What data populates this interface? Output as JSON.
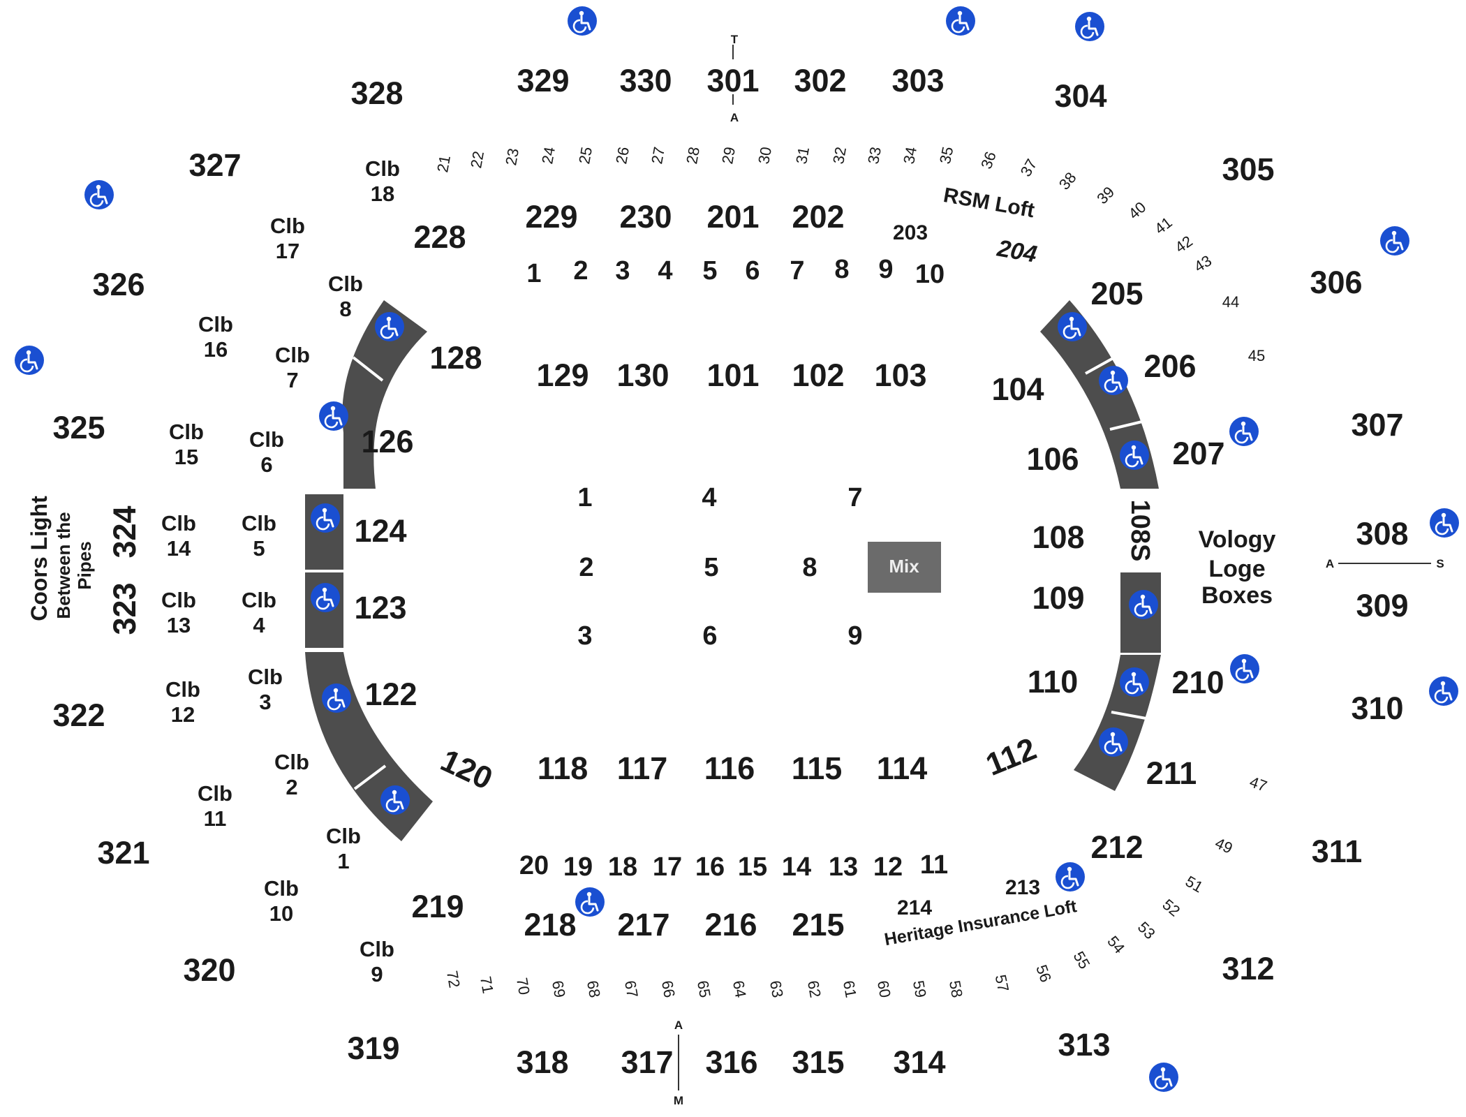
{
  "upper_sections": [
    "301",
    "302",
    "303",
    "304",
    "305",
    "306",
    "307",
    "308",
    "309",
    "310",
    "311",
    "312",
    "313",
    "314",
    "315",
    "316",
    "317",
    "318",
    "319",
    "320",
    "321",
    "322",
    "323",
    "324",
    "325",
    "326",
    "327",
    "328",
    "329",
    "330"
  ],
  "club_sections": [
    "229",
    "230",
    "201",
    "202",
    "203",
    "204",
    "205",
    "206",
    "207",
    "210",
    "211",
    "212",
    "213",
    "214",
    "215",
    "216",
    "217",
    "218",
    "219",
    "228"
  ],
  "lower_sections": [
    "101",
    "102",
    "103",
    "104",
    "106",
    "108",
    "108S",
    "109",
    "110",
    "112",
    "114",
    "115",
    "116",
    "117",
    "118",
    "120",
    "122",
    "123",
    "124",
    "126",
    "128",
    "129",
    "130"
  ],
  "loge_boxes_top": [
    "21",
    "22",
    "23",
    "24",
    "25",
    "26",
    "27",
    "28",
    "29",
    "30",
    "31",
    "32",
    "33",
    "34",
    "35",
    "36",
    "37",
    "38",
    "39",
    "40",
    "41",
    "42",
    "43",
    "44",
    "45"
  ],
  "loge_boxes_bottom": [
    "47",
    "49",
    "51",
    "52",
    "53",
    "54",
    "55",
    "56",
    "57",
    "58",
    "59",
    "60",
    "61",
    "62",
    "63",
    "64",
    "65",
    "66",
    "67",
    "68",
    "69",
    "70",
    "71",
    "72"
  ],
  "suite_row_top": [
    "1",
    "2",
    "3",
    "4",
    "5",
    "6",
    "7",
    "8",
    "9",
    "10"
  ],
  "suite_row_bottom": [
    "20",
    "19",
    "18",
    "17",
    "16",
    "15",
    "14",
    "13",
    "12",
    "11"
  ],
  "club_boxes": [
    {
      "word": "Clb",
      "num": "18"
    },
    {
      "word": "Clb",
      "num": "17"
    },
    {
      "word": "Clb",
      "num": "16"
    },
    {
      "word": "Clb",
      "num": "15"
    },
    {
      "word": "Clb",
      "num": "14"
    },
    {
      "word": "Clb",
      "num": "13"
    },
    {
      "word": "Clb",
      "num": "12"
    },
    {
      "word": "Clb",
      "num": "11"
    },
    {
      "word": "Clb",
      "num": "10"
    },
    {
      "word": "Clb",
      "num": "9"
    },
    {
      "word": "Clb",
      "num": "8"
    },
    {
      "word": "Clb",
      "num": "7"
    },
    {
      "word": "Clb",
      "num": "6"
    },
    {
      "word": "Clb",
      "num": "5"
    },
    {
      "word": "Clb",
      "num": "4"
    },
    {
      "word": "Clb",
      "num": "3"
    },
    {
      "word": "Clb",
      "num": "2"
    },
    {
      "word": "Clb",
      "num": "1"
    }
  ],
  "floor_sections": [
    "1",
    "2",
    "3",
    "4",
    "5",
    "6",
    "7",
    "8",
    "9"
  ],
  "mix_label": "Mix",
  "named_areas": {
    "rsm_loft": "RSM Loft",
    "heritage_loft": "Heritage Insurance Loft",
    "vology_line1": "Vology",
    "vology_line2": "Loge",
    "vology_line3": "Boxes",
    "coors_line1": "Coors Light",
    "coors_line2": "Between the",
    "coors_line3": "Pipes"
  },
  "aisle_markers": {
    "top_upper": "T",
    "top_lower": "A",
    "right_left": "A",
    "right_right": "S",
    "bottom_upper": "A",
    "bottom_lower": "M"
  },
  "colors": {
    "accessible_icon_bg": "#1a4fd1",
    "seating_band": "#4d4d4d",
    "mix_box": "#6b6b6b",
    "text": "#1a1a1a"
  },
  "icons": {
    "accessible": "wheelchair-icon"
  }
}
